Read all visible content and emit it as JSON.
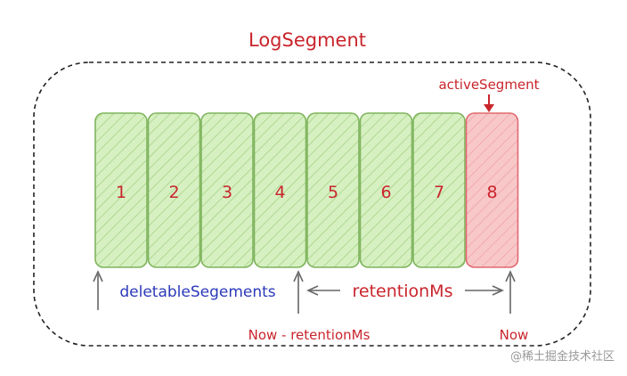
{
  "diagram": {
    "title": "LogSegment",
    "segments": [
      {
        "label": "1",
        "state": "deletable"
      },
      {
        "label": "2",
        "state": "deletable"
      },
      {
        "label": "3",
        "state": "deletable"
      },
      {
        "label": "4",
        "state": "deletable"
      },
      {
        "label": "5",
        "state": "retained"
      },
      {
        "label": "6",
        "state": "retained"
      },
      {
        "label": "7",
        "state": "retained"
      },
      {
        "label": "8",
        "state": "active"
      }
    ],
    "active_label": "activeSegment",
    "deletable_label": "deletableSegements",
    "retention_label": "retentionMs",
    "now_minus_label": "Now - retentionMs",
    "now_label": "Now",
    "watermark": "@稀土掘金技术社区"
  },
  "colors": {
    "segment_fill": "#d6f0c2",
    "segment_stroke": "#7fb45c",
    "active_fill": "#f8c8c9",
    "active_stroke": "#e06a6f",
    "label_red": "#c9252c",
    "label_blue": "#2b39b8",
    "line": "#222222",
    "arrow_gray": "#666666",
    "watermark": "#999999"
  }
}
